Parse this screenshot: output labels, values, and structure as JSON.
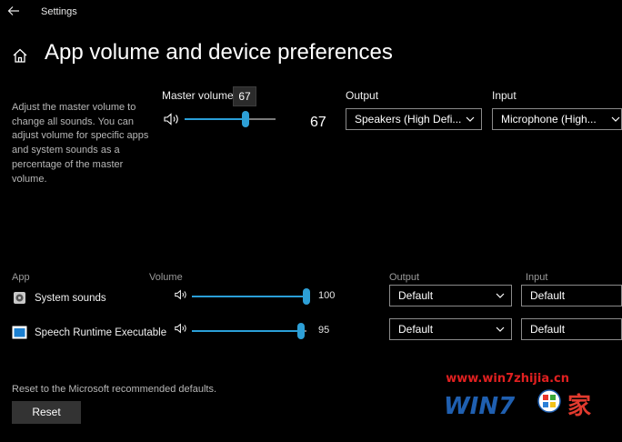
{
  "window": {
    "title": "Settings"
  },
  "page": {
    "title": "App volume and device preferences",
    "description": "Adjust the master volume to change all sounds. You can adjust volume for specific apps and system sounds as a percentage of the master volume."
  },
  "master": {
    "label": "Master volume",
    "tooltip": "67",
    "value": "67",
    "level": 67,
    "output_label": "Output",
    "output_value": "Speakers (High Defi...",
    "input_label": "Input",
    "input_value": "Microphone (High..."
  },
  "apps": {
    "headers": {
      "app": "App",
      "volume": "Volume",
      "output": "Output",
      "input": "Input"
    },
    "rows": [
      {
        "name": "System sounds",
        "icon": "system-sounds-icon",
        "value": "100",
        "level": 100,
        "output": "Default",
        "input": "Default"
      },
      {
        "name": "Speech Runtime Executable",
        "icon": "app-window-icon",
        "value": "95",
        "level": 95,
        "output": "Default",
        "input": "Default"
      }
    ]
  },
  "reset": {
    "text": "Reset to the Microsoft recommended defaults.",
    "button": "Reset"
  },
  "watermark": {
    "url": "www.win7zhijia.cn",
    "logo_text": "WIN7",
    "logo_suffix": "家"
  },
  "colors": {
    "accent": "#2d9fd6",
    "background": "#000000",
    "watermark": "#e02020"
  }
}
